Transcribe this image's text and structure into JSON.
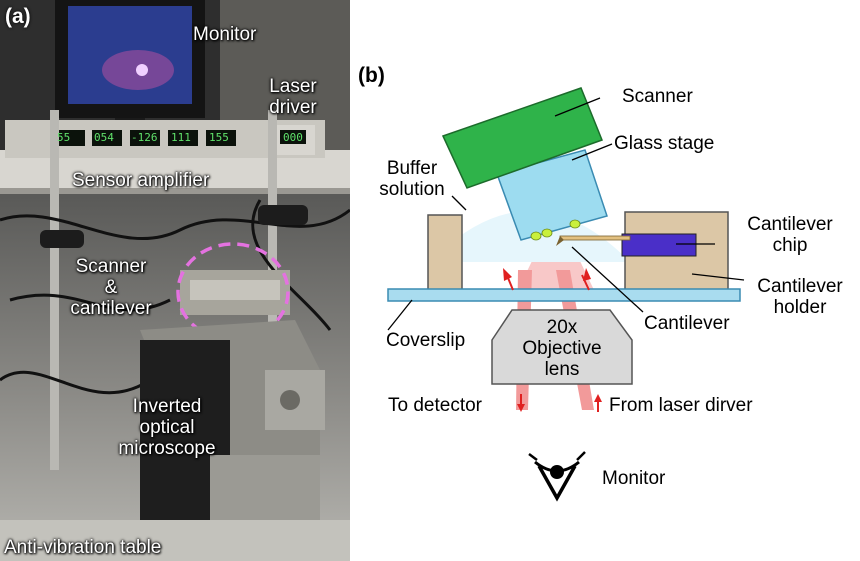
{
  "panel_a": {
    "label": "(a)",
    "labels": {
      "monitor": "Monitor",
      "laser_driver_1": "Laser",
      "laser_driver_2": "driver",
      "sensor_amplifier": "Sensor amplifier",
      "scanner_1": "Scanner",
      "scanner_2": "&",
      "scanner_3": "cantilever",
      "microscope_1": "Inverted",
      "microscope_2": "optical",
      "microscope_3": "microscope",
      "table": "Anti-vibration table"
    },
    "display_readouts": [
      "55",
      "054",
      "-126",
      "111",
      "155"
    ],
    "laser_readout": "000"
  },
  "panel_b": {
    "label": "(b)",
    "labels": {
      "scanner": "Scanner",
      "glass_stage": "Glass stage",
      "buffer_1": "Buffer",
      "buffer_2": "solution",
      "cantilever_chip_1": "Cantilever",
      "cantilever_chip_2": "chip",
      "cantilever_holder_1": "Cantilever",
      "cantilever_holder_2": "holder",
      "cantilever": "Cantilever",
      "coverslip": "Coverslip",
      "objective_1": "20x",
      "objective_2": "Objective",
      "objective_3": "lens",
      "to_detector": "To detector",
      "from_laser": "From laser dirver",
      "monitor": "Monitor"
    },
    "colors": {
      "scanner": "#2fb34a",
      "glass_stage": "#9ddcf0",
      "buffer": "#e6f6fc",
      "holder": "#dcc7a6",
      "chip": "#4a2fc8",
      "coverslip": "#a9dcef",
      "objective": "#d9d9d9",
      "laser": "#f29a9a",
      "arrow": "#e02020"
    }
  }
}
